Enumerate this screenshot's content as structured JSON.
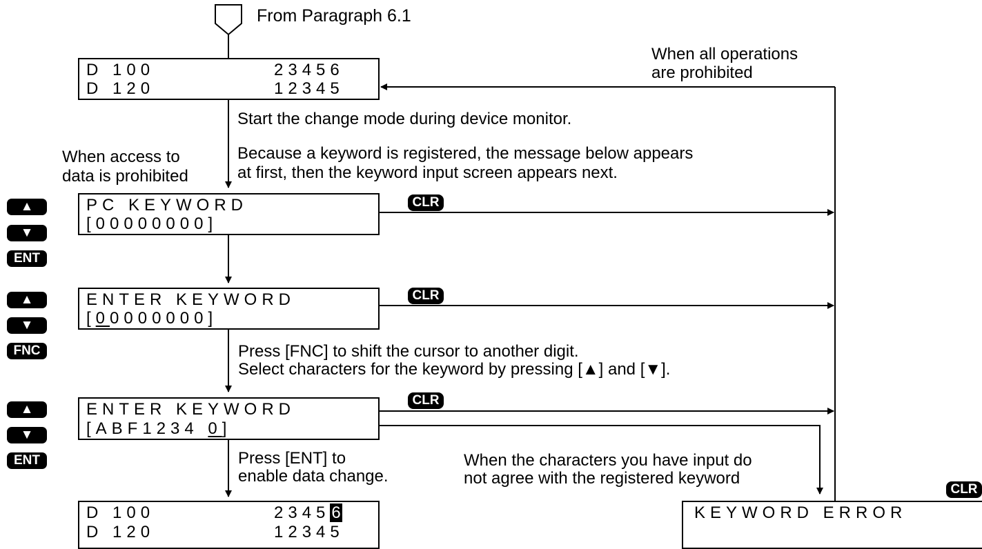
{
  "from_label": "From Paragraph 6.1",
  "note_all_prohibited_1": "When all operations",
  "note_all_prohibited_2": "are prohibited",
  "note_access_1": "When access to",
  "note_access_2": "data is prohibited",
  "step1_text": "Start the change mode during device monitor.",
  "step2_text_1": "Because a keyword is registered, the message below appears",
  "step2_text_2": "at first, then the keyword input screen appears next.",
  "step3_text_1": "Press [FNC] to shift the cursor to another digit.",
  "step3_text_2": "Select characters for the keyword by pressing [▲] and [▼].",
  "step4_text_1": "Press [ENT] to",
  "step4_text_2": "enable data change.",
  "mismatch_text_1": "When the characters you have input do",
  "mismatch_text_2": "not agree with the registered keyword",
  "screens": {
    "monitor_top": {
      "l1a": "D 100",
      "l1b": "23456",
      "l2a": "D 120",
      "l2b": "12345"
    },
    "pc_keyword": {
      "l1": "PC KEYWORD",
      "l2": "[00000000]"
    },
    "enter_keyword_1": {
      "l1": "ENTER KEYWORD",
      "l2_open": "[",
      "l2_cursor": "0",
      "l2_rest": "0000000]"
    },
    "enter_keyword_2": {
      "l1": "ENTER KEYWORD",
      "l2_main": "[ABF1234",
      "l2_cursor": "0",
      "l2_close": "]"
    },
    "monitor_bottom": {
      "l1a": "D 100",
      "l1b": "2345",
      "l1_cursor": "6",
      "l2a": "D 120",
      "l2b": "12345"
    },
    "keyword_error": {
      "l1": "KEYWORD ERROR"
    }
  },
  "keys": {
    "up": "▲",
    "down": "▼",
    "ent": "ENT",
    "fnc": "FNC",
    "clr": "CLR"
  }
}
